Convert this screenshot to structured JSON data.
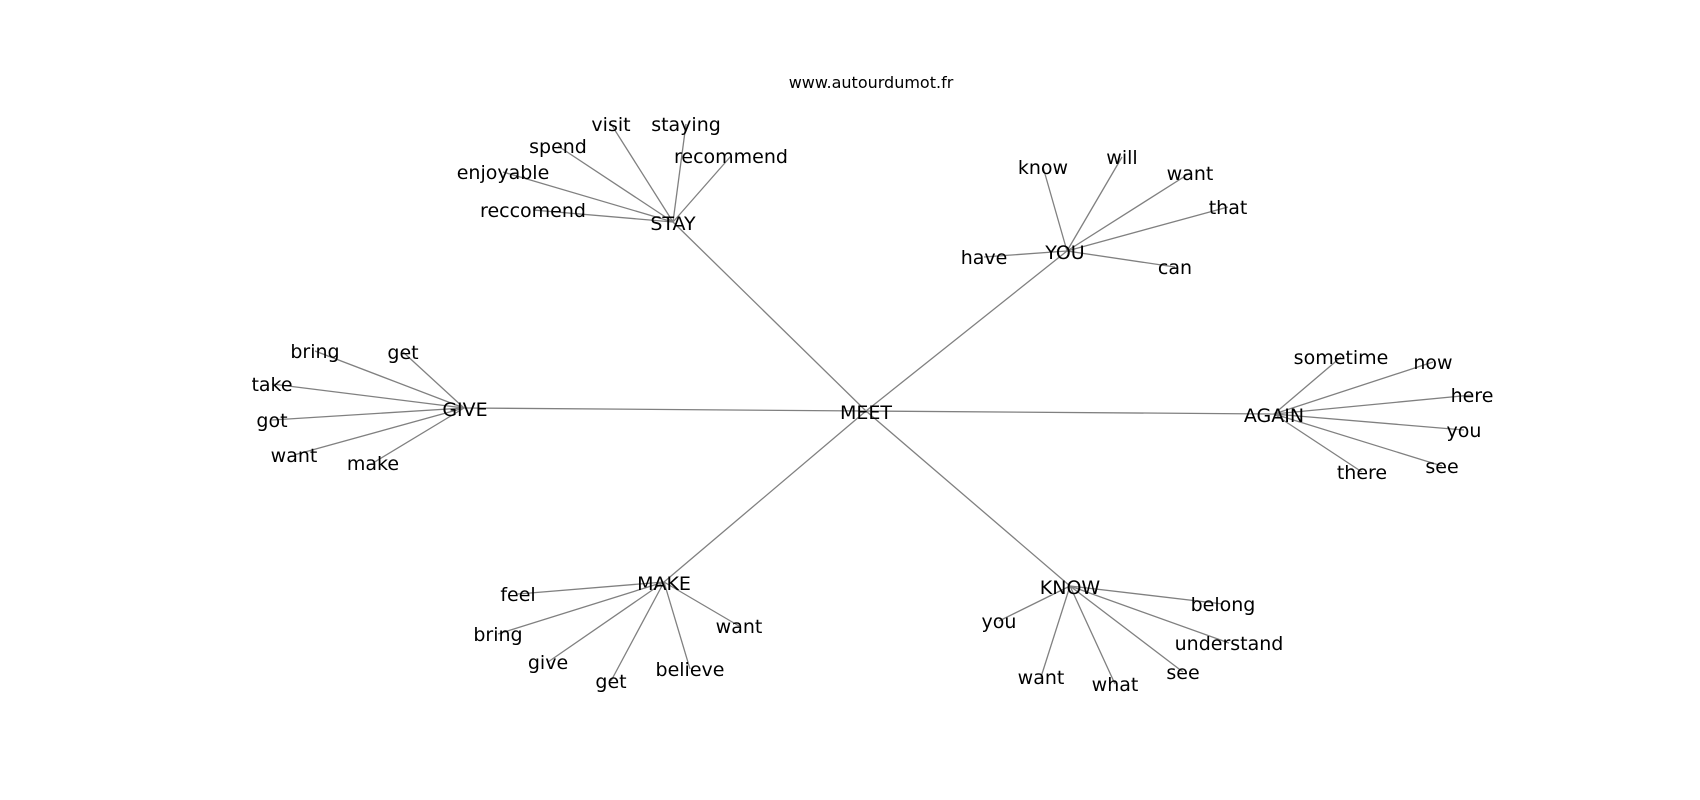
{
  "credit": "www.autourdumot.fr",
  "center": "MEET",
  "colors": {
    "edge": "#808080",
    "text": "#000000",
    "background": "#ffffff"
  },
  "hubs": [
    {
      "id": "stay",
      "label": "STAY",
      "words": [
        "reccomend",
        "enjoyable",
        "spend",
        "visit",
        "staying",
        "recommend"
      ]
    },
    {
      "id": "you",
      "label": "YOU",
      "words": [
        "have",
        "know",
        "will",
        "want",
        "that",
        "can"
      ]
    },
    {
      "id": "give",
      "label": "GIVE",
      "words": [
        "bring",
        "get",
        "take",
        "got",
        "want",
        "make"
      ]
    },
    {
      "id": "again",
      "label": "AGAIN",
      "words": [
        "sometime",
        "now",
        "here",
        "you",
        "see",
        "there"
      ]
    },
    {
      "id": "make",
      "label": "MAKE",
      "words": [
        "feel",
        "bring",
        "give",
        "get",
        "believe",
        "want"
      ]
    },
    {
      "id": "know",
      "label": "KNOW",
      "words": [
        "you",
        "want",
        "what",
        "see",
        "understand",
        "belong"
      ]
    }
  ]
}
